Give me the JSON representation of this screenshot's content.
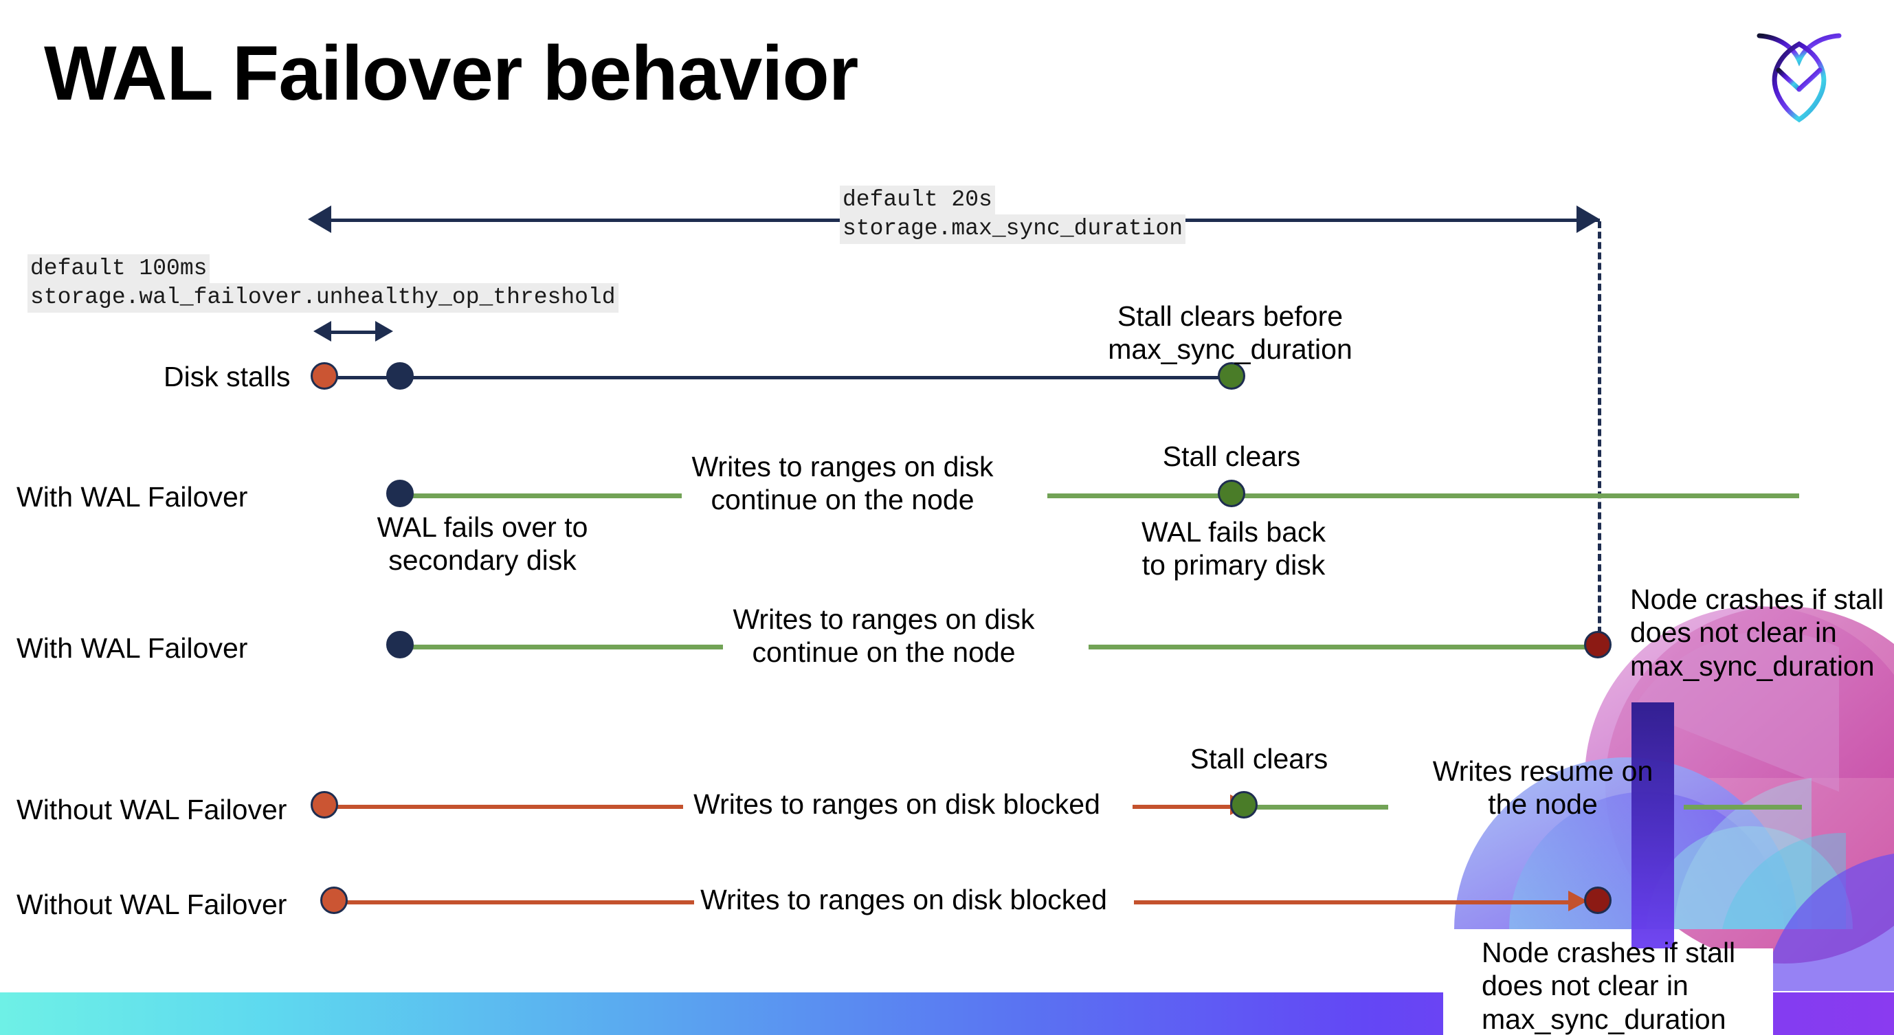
{
  "slide": {
    "title": "WAL Failover behavior",
    "logo_name": "cockroachdb-logo"
  },
  "callouts": {
    "max_sync_duration": {
      "default": "default 20s",
      "setting": "storage.max_sync_duration"
    },
    "unhealthy_op_threshold": {
      "default": "default 100ms",
      "setting": "storage.wal_failover.unhealthy_op_threshold"
    }
  },
  "rows": [
    {
      "label": "Disk stalls",
      "annotations": [
        "Stall clears before\nmax_sync_duration"
      ]
    },
    {
      "label": "With WAL Failover",
      "annotations": [
        "WAL fails over to\nsecondary disk",
        "Writes to ranges on disk\ncontinue on the node",
        "Stall clears",
        "WAL fails  back\nto primary disk"
      ]
    },
    {
      "label": "With WAL Failover",
      "annotations": [
        "Writes to ranges on disk\ncontinue on the node",
        "Node crashes if stall\ndoes not clear in\nmax_sync_duration"
      ]
    },
    {
      "label": "Without WAL Failover",
      "annotations": [
        "Writes to ranges on disk  blocked",
        "Stall clears",
        "Writes resume on\nthe node"
      ]
    },
    {
      "label": "Without WAL Failover",
      "annotations": [
        "Writes to ranges on disk  blocked",
        "Node crashes if stall\ndoes not clear in\nmax_sync_duration"
      ]
    }
  ],
  "colors": {
    "navy": "#1e2d50",
    "green_line": "#72a356",
    "red_line": "#c4522d",
    "dot_orange": "#cb5533",
    "dot_green": "#4a7c28",
    "dot_darkred": "#8c1a14",
    "code_bg": "#ececec"
  },
  "legend": {
    "stall_start": "stall-start-marker",
    "failover_marker": "failover-marker",
    "stall_clear_marker": "stall-clear-marker",
    "crash_marker": "node-crash-marker"
  }
}
